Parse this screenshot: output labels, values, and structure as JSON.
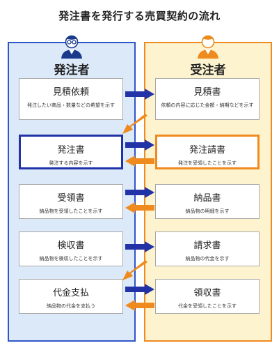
{
  "title": "発注書を発行する売買契約の流れ",
  "buyer": {
    "label": "発注者",
    "boxes": [
      {
        "main": "見積依頼",
        "sub": "発注したい商品・数量などの希望を示す"
      },
      {
        "main": "発注書",
        "sub": "発注する内容を示す"
      },
      {
        "main": "受領書",
        "sub": "納品物を受領したことを示す"
      },
      {
        "main": "検収書",
        "sub": "納品物を検収したことを示す"
      },
      {
        "main": "代金支払",
        "sub": "納品物の代金を支払う"
      }
    ]
  },
  "seller": {
    "label": "受注者",
    "boxes": [
      {
        "main": "見積書",
        "sub": "依頼の内容に応じた金額・納期などを示す"
      },
      {
        "main": "発注請書",
        "sub": "発注を受領したことを示す"
      },
      {
        "main": "納品書",
        "sub": "納品物の明細を示す"
      },
      {
        "main": "請求書",
        "sub": "納品物の代金を示す"
      },
      {
        "main": "領収書",
        "sub": "代金を受領したことを示す"
      }
    ]
  },
  "colors": {
    "buyer_accent": "#2233a8",
    "buyer_panel": "#dbe9f8",
    "seller_accent": "#ee8a1e",
    "seller_panel": "#fdf4cf"
  },
  "icons": {
    "buyer": "person-with-glasses-icon",
    "seller": "person-icon"
  }
}
